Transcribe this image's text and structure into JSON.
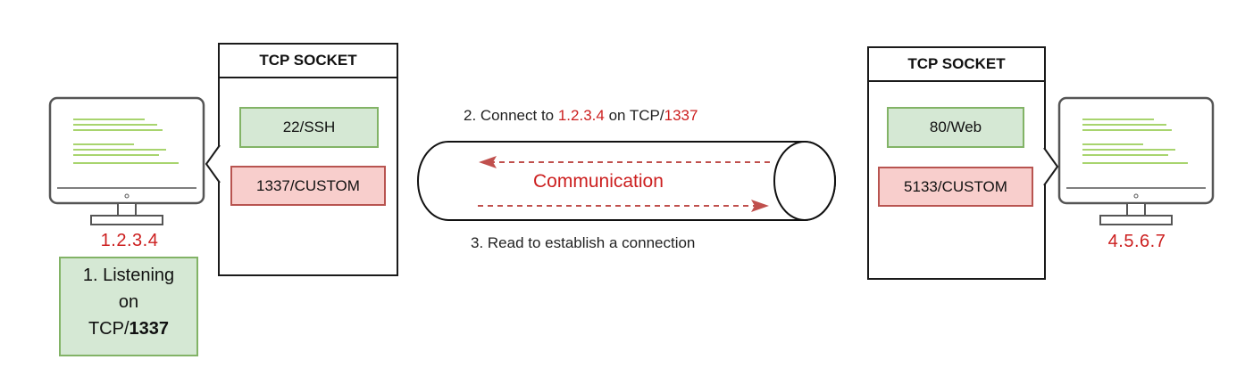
{
  "left_host": {
    "ip": "1.2.3.4",
    "listening": {
      "line1": "1. Listening",
      "line2": "on",
      "line3_prefix": "TCP/",
      "line3_port": "1337"
    },
    "socket": {
      "header": "TCP SOCKET",
      "ports": [
        "22/SSH",
        "1337/CUSTOM"
      ]
    }
  },
  "right_host": {
    "ip": "4.5.6.7",
    "socket": {
      "header": "TCP SOCKET",
      "ports": [
        "80/Web",
        "5133/CUSTOM"
      ]
    }
  },
  "connection": {
    "step2": {
      "prefix": "2. Connect to ",
      "ip": "1.2.3.4",
      "middle": " on TCP/",
      "port": "1337"
    },
    "label": "Communication",
    "step3": "3. Read to establish a connection"
  },
  "colors": {
    "green_fill": "#d5e8d4",
    "green_stroke": "#82b366",
    "red_fill": "#f8cecc",
    "red_stroke": "#b85450",
    "accent_red": "#cc1f1f",
    "screen_lines": "#8cc63f",
    "monitor_gray": "#555555"
  },
  "icons": [
    "monitor-icon",
    "arrow-left-icon",
    "arrow-right-icon"
  ]
}
